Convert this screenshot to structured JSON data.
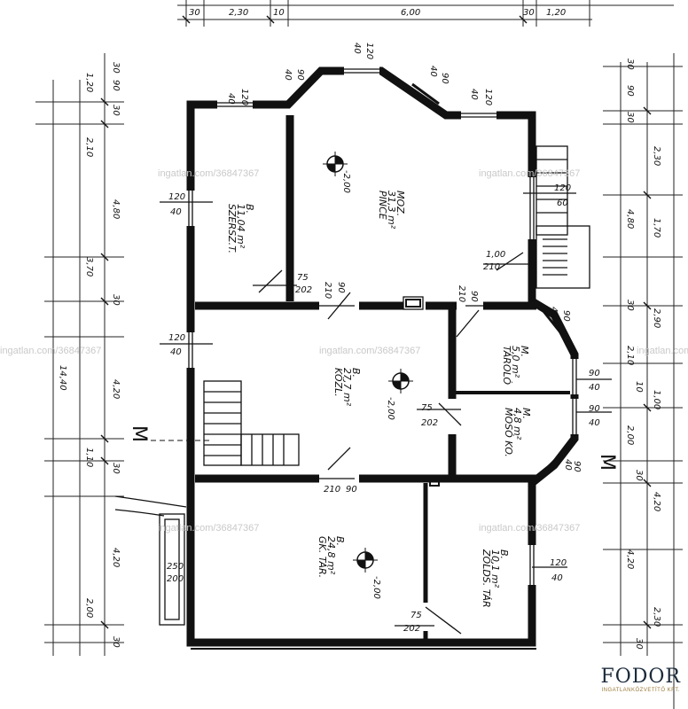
{
  "rooms": {
    "szerszam": {
      "name": "SZERSZ.T.",
      "area": "11,04 m²",
      "code": "B."
    },
    "pince": {
      "name": "PINCE",
      "area": "31,3 m²",
      "code": "MOZ."
    },
    "kozl": {
      "name": "KÖZL.",
      "area": "27,7 m²",
      "code": "B."
    },
    "tarolo": {
      "name": "TÁROLÓ",
      "area": "5,0 m²",
      "code": "M."
    },
    "moso": {
      "name": "MOSÓ KO.",
      "area": "4,8 m²",
      "code": "M."
    },
    "gk_tar": {
      "name": "GK. TÁR.",
      "area": "24,8 m²",
      "code": "B."
    },
    "zolds_tar": {
      "name": "ZÖLDS. TÁR",
      "area": "10,1 m²",
      "code": "B."
    }
  },
  "levels": {
    "pince": "-2,00",
    "kozl": "-2,00",
    "gk_tar": "-2,00"
  },
  "section_mark": "M",
  "dims_top": [
    "30",
    "2,30",
    "10",
    "6,00",
    "30",
    "1,20"
  ],
  "dims_left": [
    "30",
    "1,20",
    "90",
    "30",
    "2,10",
    "4,80",
    "3,70",
    "30",
    "14,40",
    "4,20",
    "1,10",
    "30",
    "4,20",
    "2,00",
    "30"
  ],
  "dims_right": [
    "30",
    "90",
    "30",
    "2,30",
    "4,80",
    "1,70",
    "30",
    "2,90",
    "2,10",
    "10",
    "1,00",
    "2,00",
    "30",
    "4,20",
    "4,20",
    "2,30",
    "30"
  ],
  "openings": {
    "w_top_left": {
      "w": "40",
      "h": "120"
    },
    "w_top_mid": {
      "w": "40",
      "h": "120"
    },
    "w_bay_l": {
      "w": "40",
      "h": "90"
    },
    "w_bay_r": {
      "w": "40",
      "h": "90"
    },
    "w_top_right": {
      "w": "40",
      "h": "120"
    },
    "w_szersz": {
      "w": "120",
      "h": "40"
    },
    "w_pince_r": {
      "w": "120",
      "h": "60"
    },
    "d_pince_r": {
      "w": "1,00",
      "h": "210"
    },
    "d_szersz": {
      "w": "75",
      "h": "202"
    },
    "d_pince": {
      "w": "90",
      "h": "210"
    },
    "d_tarolo": {
      "w": "90",
      "h": "210"
    },
    "w_kozl": {
      "w": "120",
      "h": "40"
    },
    "w_tarolo_bay": {
      "w": "40",
      "h": "90"
    },
    "w_tarolo_r": {
      "w": "90",
      "h": "40"
    },
    "d_moso": {
      "w": "75",
      "h": "202"
    },
    "w_moso_r": {
      "w": "90",
      "h": "40"
    },
    "w_moso_bay": {
      "w": "40",
      "h": "90"
    },
    "d_kozl_bottom": {
      "w": "90",
      "h": "210"
    },
    "w_gk": {
      "w": "250",
      "h": "200"
    },
    "d_zolds": {
      "w": "75",
      "h": "202"
    },
    "w_zolds": {
      "w": "120",
      "h": "40"
    }
  },
  "watermark": "ingatlan.com/36847367",
  "logo": {
    "name": "FODOR",
    "sub": "INGATLANKÖZVETÍTŐ KFT."
  }
}
